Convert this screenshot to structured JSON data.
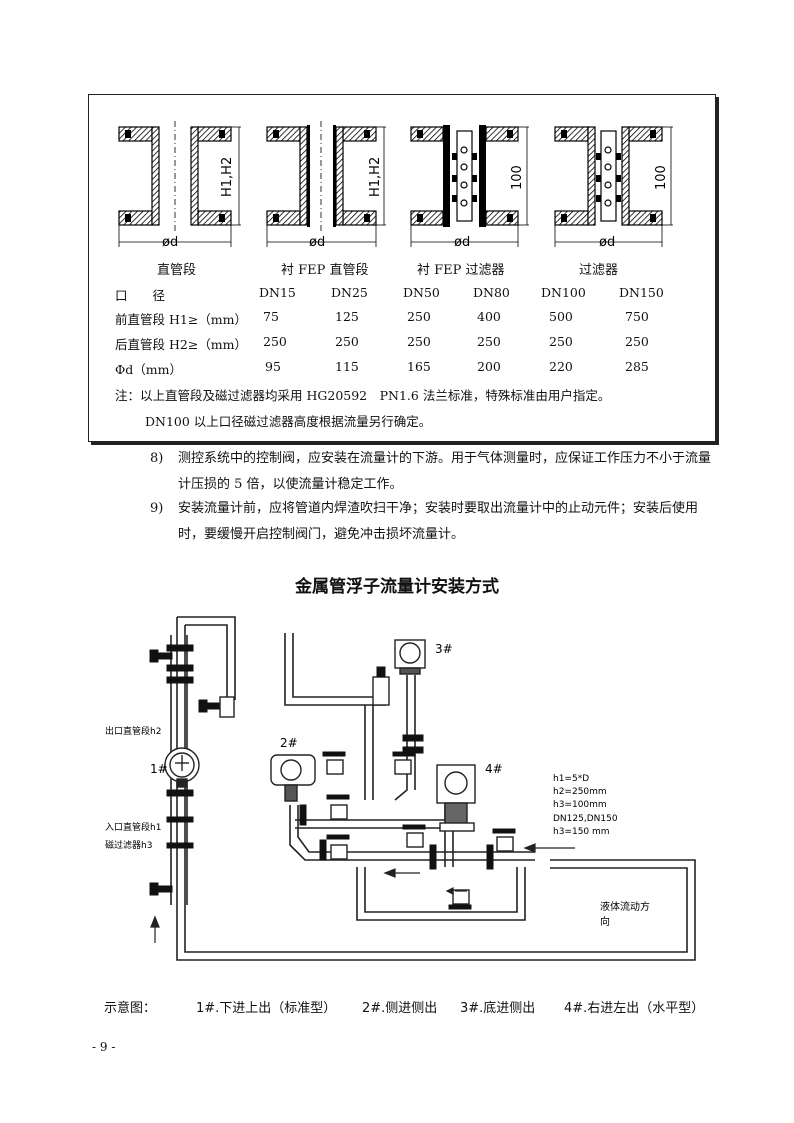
{
  "figures": [
    {
      "caption": "直管段",
      "height_label": "H1,H2",
      "dia_label": "ød"
    },
    {
      "caption": "衬 FEP 直管段",
      "height_label": "H1,H2",
      "dia_label": "ød"
    },
    {
      "caption": "衬 FEP 过滤器",
      "height_label": "100",
      "dia_label": "ød"
    },
    {
      "caption": "过滤器",
      "height_label": "100",
      "dia_label": "ød"
    }
  ],
  "table": {
    "rows": [
      {
        "label": "口　　径",
        "values": [
          "DN15",
          "DN25",
          "DN50",
          "DN80",
          "DN100",
          "DN150"
        ]
      },
      {
        "label": "前直管段 H1≥（mm）",
        "values": [
          "75",
          "125",
          "250",
          "400",
          "500",
          "750"
        ]
      },
      {
        "label": "后直管段 H2≥（mm）",
        "values": [
          "250",
          "250",
          "250",
          "250",
          "250",
          "250"
        ]
      },
      {
        "label": "Φd（mm）",
        "values": [
          "95",
          "115",
          "165",
          "200",
          "220",
          "285"
        ]
      }
    ]
  },
  "notes": {
    "line1": "注：以上直管段及磁过滤器均采用 HG20592　PN1.6 法兰标准，特殊标准由用户指定。",
    "line2": "DN100 以上口径磁过滤器高度根据流量另行确定。"
  },
  "items": [
    {
      "num": "8)",
      "text": "测控系统中的控制阀，应安装在流量计的下游。用于气体测量时，应保证工作压力不小于流量计压损的 5 倍，以使流量计稳定工作。"
    },
    {
      "num": "9)",
      "text": "安装流量计前，应将管道内焊渣吹扫干净；安装时要取出流量计中的止动元件；安装后使用时，要缓慢开启控制阀门，避免冲击损坏流量计。"
    }
  ],
  "diagram": {
    "title": "金属管浮子流量计安装方式",
    "left_labels": [
      "出口直管段h2",
      "入口直管段h1",
      "磁过滤器h3"
    ],
    "meter_tags": [
      "1#",
      "2#",
      "3#",
      "4#"
    ],
    "spec_lines": [
      "h1=5*D",
      "h2=250mm",
      "h3=100mm",
      "DN125,DN150",
      "h3=150 mm"
    ],
    "flow_label_1": "液体流动方",
    "flow_label_2": "向"
  },
  "caption": {
    "prefix": "示意图：",
    "items": [
      "1#.下进上出（标准型）",
      "2#.侧进侧出",
      "3#.底进侧出",
      "4#.右进左出（水平型）"
    ]
  },
  "page_number": "- 9 -"
}
